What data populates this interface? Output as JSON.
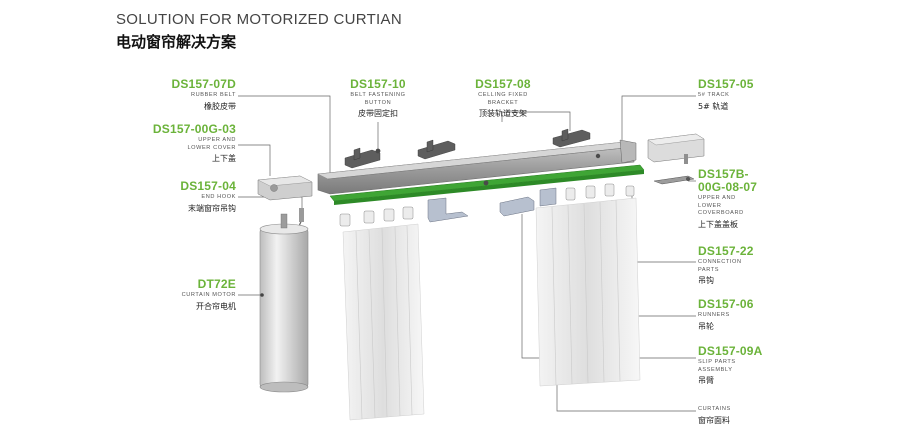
{
  "title_en": "SOLUTION FOR MOTORIZED CURTIAN",
  "title_zh": "电动窗帘解决方案",
  "labels": {
    "rubber_belt": {
      "code": "DS157-07D",
      "en": "RUBBER BELT",
      "zh": "橡胶皮带"
    },
    "belt_button": {
      "code": "DS157-10",
      "en1": "BELT FASTENING",
      "en2": "BUTTON",
      "zh": "皮带固定扣"
    },
    "ceiling_bracket": {
      "code": "DS157-08",
      "en1": "CELLING FIXED",
      "en2": "BRACKET",
      "zh": "顶装轨道支架"
    },
    "track": {
      "code": "DS157-05",
      "en": "5# TRACK",
      "zh": "5# 轨道"
    },
    "cover": {
      "code": "DS157-00G-03",
      "en1": "UPPER AND",
      "en2": "LOWER COVER",
      "zh": "上下盖"
    },
    "end_hook": {
      "code": "DS157-04",
      "en": "END HOOK",
      "zh": "末端窗帘吊钩"
    },
    "coverboard": {
      "code1": "DS157B-",
      "code2": "00G-08-07",
      "en1": "UPPER AND",
      "en2": "LOWER",
      "en3": "COVERBOARD",
      "zh": "上下盖盖板"
    },
    "motor": {
      "code": "DT72E",
      "en": "CURTAIN MOTOR",
      "zh": "开合帘电机"
    },
    "connection": {
      "code": "DS157-22",
      "en1": "CONNECTION",
      "en2": "PARTS",
      "zh": "吊钩"
    },
    "runners": {
      "code": "DS157-06",
      "en": "RUNNERS",
      "zh": "吊轮"
    },
    "slip": {
      "code": "DS157-09A",
      "en1": "SLIP PARTS",
      "en2": "ASSEMBLY",
      "zh": "吊臂"
    },
    "curtains": {
      "en": "CURTAINS",
      "zh": "窗帘面料"
    }
  },
  "colors": {
    "accent": "#6bb33a",
    "belt": "#3fa535",
    "line": "#555555"
  }
}
